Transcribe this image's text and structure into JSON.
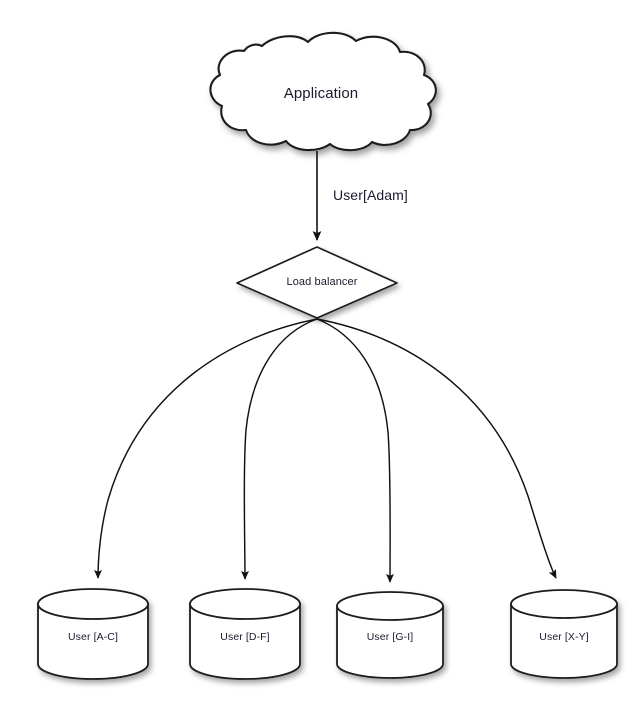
{
  "diagram": {
    "title_node": {
      "id": "application-cloud",
      "shape": "cloud",
      "label": "Application"
    },
    "edge_label": {
      "id": "user-adam-edge",
      "label": "User[Adam]"
    },
    "balancer_node": {
      "id": "load-balancer",
      "shape": "diamond",
      "label": "Load balancer"
    },
    "databases": [
      {
        "id": "db-a-c",
        "shape": "cylinder",
        "label": "User [A-C]"
      },
      {
        "id": "db-d-f",
        "shape": "cylinder",
        "label": "User [D-F]"
      },
      {
        "id": "db-g-i",
        "shape": "cylinder",
        "label": "User [G-I]"
      },
      {
        "id": "db-x-y",
        "shape": "cylinder",
        "label": "User [X-Y]"
      }
    ],
    "colors": {
      "background": "#ffffff",
      "stroke": "#1c1c1c",
      "fill": "#ffffff",
      "text": "#1a1a2e",
      "shadow": "#9a9a9a"
    }
  }
}
